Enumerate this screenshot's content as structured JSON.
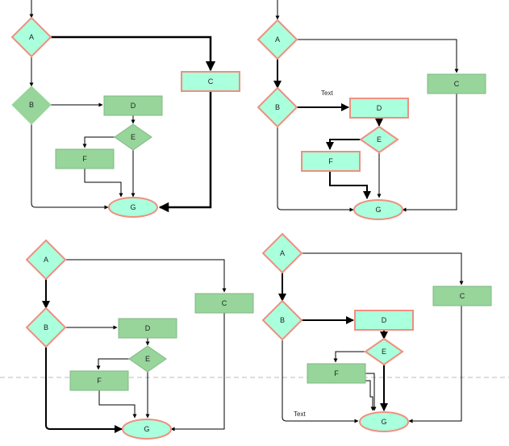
{
  "colors": {
    "plain_fill": "#97d59a",
    "highlight_fill": "#aaffdd",
    "highlight_stroke": "#ef8f80",
    "line": "#000000",
    "divider": "#bbbbbb"
  },
  "panels": [
    {
      "id": "top-left",
      "labels": {
        "A": "A",
        "B": "B",
        "C": "C",
        "D": "D",
        "E": "E",
        "F": "F",
        "G": "G"
      },
      "note": ""
    },
    {
      "id": "top-right",
      "labels": {
        "A": "A",
        "B": "B",
        "C": "C",
        "D": "D",
        "E": "E",
        "F": "F",
        "G": "G"
      },
      "note": "Text"
    },
    {
      "id": "bottom-left",
      "labels": {
        "A": "A",
        "B": "B",
        "C": "C",
        "D": "D",
        "E": "E",
        "F": "F",
        "G": "G"
      },
      "note": ""
    },
    {
      "id": "bottom-right",
      "labels": {
        "A": "A",
        "B": "B",
        "C": "C",
        "D": "D",
        "E": "E",
        "F": "F",
        "G": "G"
      },
      "note": "Text"
    }
  ]
}
